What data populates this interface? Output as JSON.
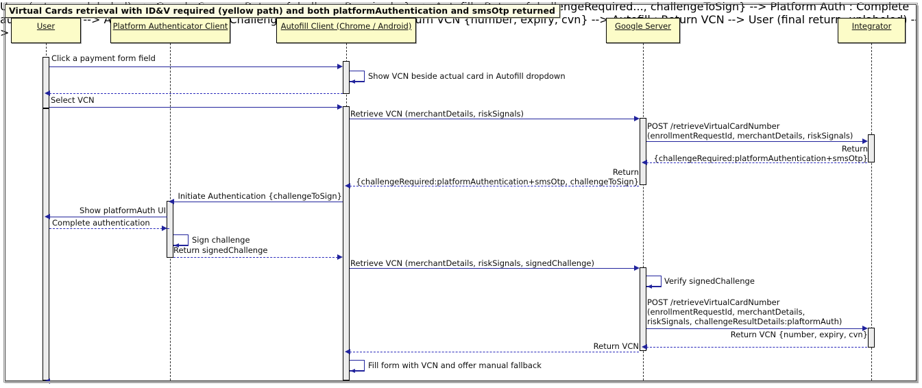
{
  "diagram": {
    "title": "Virtual Cards retrieval with ID&V required (yellow path) and both platformAuthentication and smsOtp returned",
    "type": "uml-sequence-diagram",
    "colors": {
      "participant_fill": "#fcfcc8",
      "title_fill": "#fbfbe3",
      "arrow": "#21239c",
      "activation_fill": "#ececec",
      "frame_border": "#3a3a3a"
    }
  },
  "participants": [
    {
      "id": "user",
      "label": "User"
    },
    {
      "id": "platform_auth",
      "label": "Platform Authenticator Client"
    },
    {
      "id": "autofill",
      "label": "Autofill Client (Chrome / Android)"
    },
    {
      "id": "google_server",
      "label": "Google Server"
    },
    {
      "id": "integrator",
      "label": "Integrator"
    }
  ],
  "messages": [
    {
      "n": 1,
      "from": "user",
      "to": "autofill",
      "kind": "call",
      "label": "Click a payment form field"
    },
    {
      "n": 2,
      "from": "autofill",
      "to": "autofill",
      "kind": "self",
      "label": "Show VCN beside actual card in Autofill dropdown"
    },
    {
      "n": 3,
      "from": "autofill",
      "to": "user",
      "kind": "return",
      "label": ""
    },
    {
      "n": 4,
      "from": "user",
      "to": "autofill",
      "kind": "call",
      "label": "Select VCN"
    },
    {
      "n": 5,
      "from": "autofill",
      "to": "google_server",
      "kind": "call",
      "label": "Retrieve VCN (merchantDetails, riskSignals)"
    },
    {
      "n": 6,
      "from": "google_server",
      "to": "integrator",
      "kind": "call",
      "label": "POST /retrieveVirtualCardNumber\n(enrollmentRequestId, merchantDetails, riskSignals)"
    },
    {
      "n": 7,
      "from": "integrator",
      "to": "google_server",
      "kind": "return",
      "label": "Return\n{challengeRequired:platformAuthentication+smsOtp}"
    },
    {
      "n": 8,
      "from": "google_server",
      "to": "autofill",
      "kind": "return",
      "label": "Return\n{challengeRequired:platformAuthentication+smsOtp, challengeToSign}"
    },
    {
      "n": 9,
      "from": "autofill",
      "to": "platform_auth",
      "kind": "call",
      "label": "Initiate Authentication {challengeToSign}"
    },
    {
      "n": 10,
      "from": "platform_auth",
      "to": "user",
      "kind": "call",
      "label": "Show platformAuth UI"
    },
    {
      "n": 11,
      "from": "user",
      "to": "platform_auth",
      "kind": "return",
      "label": "Complete authentication"
    },
    {
      "n": 12,
      "from": "platform_auth",
      "to": "platform_auth",
      "kind": "self",
      "label": "Sign challenge"
    },
    {
      "n": 13,
      "from": "platform_auth",
      "to": "autofill",
      "kind": "return",
      "label": "Return signedChallenge"
    },
    {
      "n": 14,
      "from": "autofill",
      "to": "google_server",
      "kind": "call",
      "label": "Retrieve VCN (merchantDetails, riskSignals, signedChallenge)"
    },
    {
      "n": 15,
      "from": "google_server",
      "to": "google_server",
      "kind": "self",
      "label": "Verify signedChallenge"
    },
    {
      "n": 16,
      "from": "google_server",
      "to": "integrator",
      "kind": "call",
      "label": "POST /retrieveVirtualCardNumber\n(enrollmentRequestId, merchantDetails,\nriskSignals, challengeResultDetails:plaftormAuth)"
    },
    {
      "n": 17,
      "from": "integrator",
      "to": "google_server",
      "kind": "return",
      "label": "Return VCN {number, expiry, cvn}"
    },
    {
      "n": 18,
      "from": "google_server",
      "to": "autofill",
      "kind": "return",
      "label": "Return VCN"
    },
    {
      "n": 19,
      "from": "autofill",
      "to": "autofill",
      "kind": "self",
      "label": "Fill form with VCN and offer manual fallback"
    },
    {
      "n": 20,
      "from": "autofill",
      "to": "user",
      "kind": "return",
      "label": ""
    }
  ]
}
